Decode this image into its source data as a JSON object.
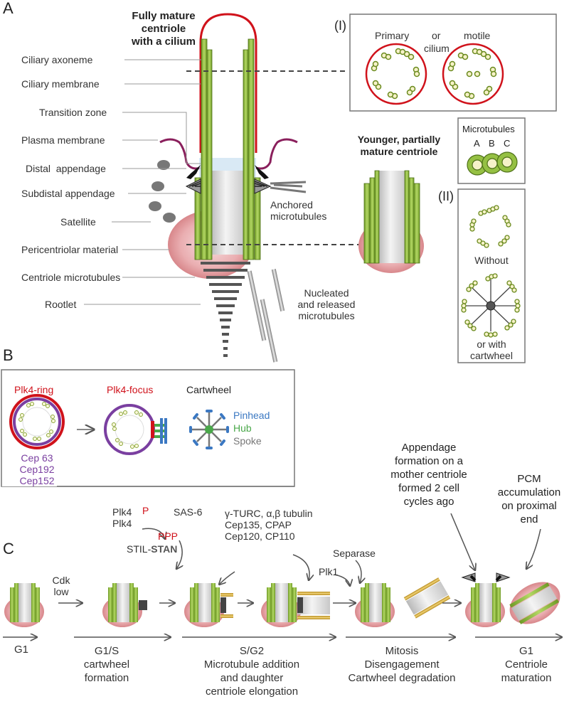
{
  "panelA": {
    "letter": "A",
    "mature_title": [
      "Fully mature",
      "centriole",
      "with a cilium"
    ],
    "labels": [
      "Ciliary axoneme",
      "Ciliary membrane",
      "Transition zone",
      "Plasma membrane",
      "Distal  appendage",
      "Subdistal appendage",
      "Satellite",
      "Pericentriolar material",
      "Centriole microtubules",
      "Rootlet"
    ],
    "anchored": [
      "Anchored",
      "microtubules"
    ],
    "nucleated": [
      "Nucleated",
      "and released",
      "microtubules"
    ],
    "inset1": {
      "roman": "(I)",
      "primary": "Primary",
      "or": "or",
      "motile": "motile",
      "cilium": "cilium"
    },
    "younger_title": [
      "Younger, partially",
      "mature centriole"
    ],
    "microtubules_box": {
      "title": "Microtubules",
      "a": "A",
      "b": "B",
      "c": "C"
    },
    "inset2": {
      "roman": "(II)",
      "without": "Without",
      "or_with": "or with",
      "cartwheel": "cartwheel"
    }
  },
  "panelB": {
    "letter": "B",
    "plk4_ring": "Plk4-ring",
    "plk4_focus": "Plk4-focus",
    "cartwheel": "Cartwheel",
    "pinhead": "Pinhead",
    "hub": "Hub",
    "spoke": "Spoke",
    "ceps": [
      "Cep 63",
      "Cep192",
      "Cep152"
    ]
  },
  "panelC": {
    "letter": "C",
    "cdk": [
      "Cdk",
      "low"
    ],
    "plk4a": "Plk4",
    "plk4b": "Plk4",
    "p": "P",
    "ppp": "PPP",
    "sas6": "SAS-6",
    "stil": "STIL-",
    "stan": "STAN",
    "tubulin_lines": [
      "γ-TURC, α,β tubulin",
      "Cep135, CPAP",
      "Cep120, CP110"
    ],
    "separase": "Separase",
    "plk1": "Plk1",
    "appendage": [
      "Appendage",
      "formation on a",
      "mother centriole",
      "formed 2 cell",
      "cycles ago"
    ],
    "pcm": [
      "PCM",
      "accumulation",
      "on proximal",
      "end"
    ],
    "stages": {
      "g1": "G1",
      "g1s": [
        "G1/S",
        "cartwheel",
        "formation"
      ],
      "sg2": [
        "S/G2",
        "Microtubule addition",
        "and daughter",
        "centriole elongation"
      ],
      "mitosis": [
        "Mitosis",
        "Disengagement",
        "Cartwheel degradation"
      ],
      "g1b": [
        "G1",
        "Centriole",
        "maturation"
      ]
    }
  },
  "colors": {
    "microtubule_green": "#8dba3a",
    "membrane_red": "#d0121b",
    "pcm_pink": "#e8a8ab",
    "cep_purple": "#7a3fa0",
    "pinhead_blue": "#3b78c2",
    "hub_green": "#4aa84a",
    "spoke_gray": "#777777",
    "daughter_gold": "#d8b040"
  }
}
